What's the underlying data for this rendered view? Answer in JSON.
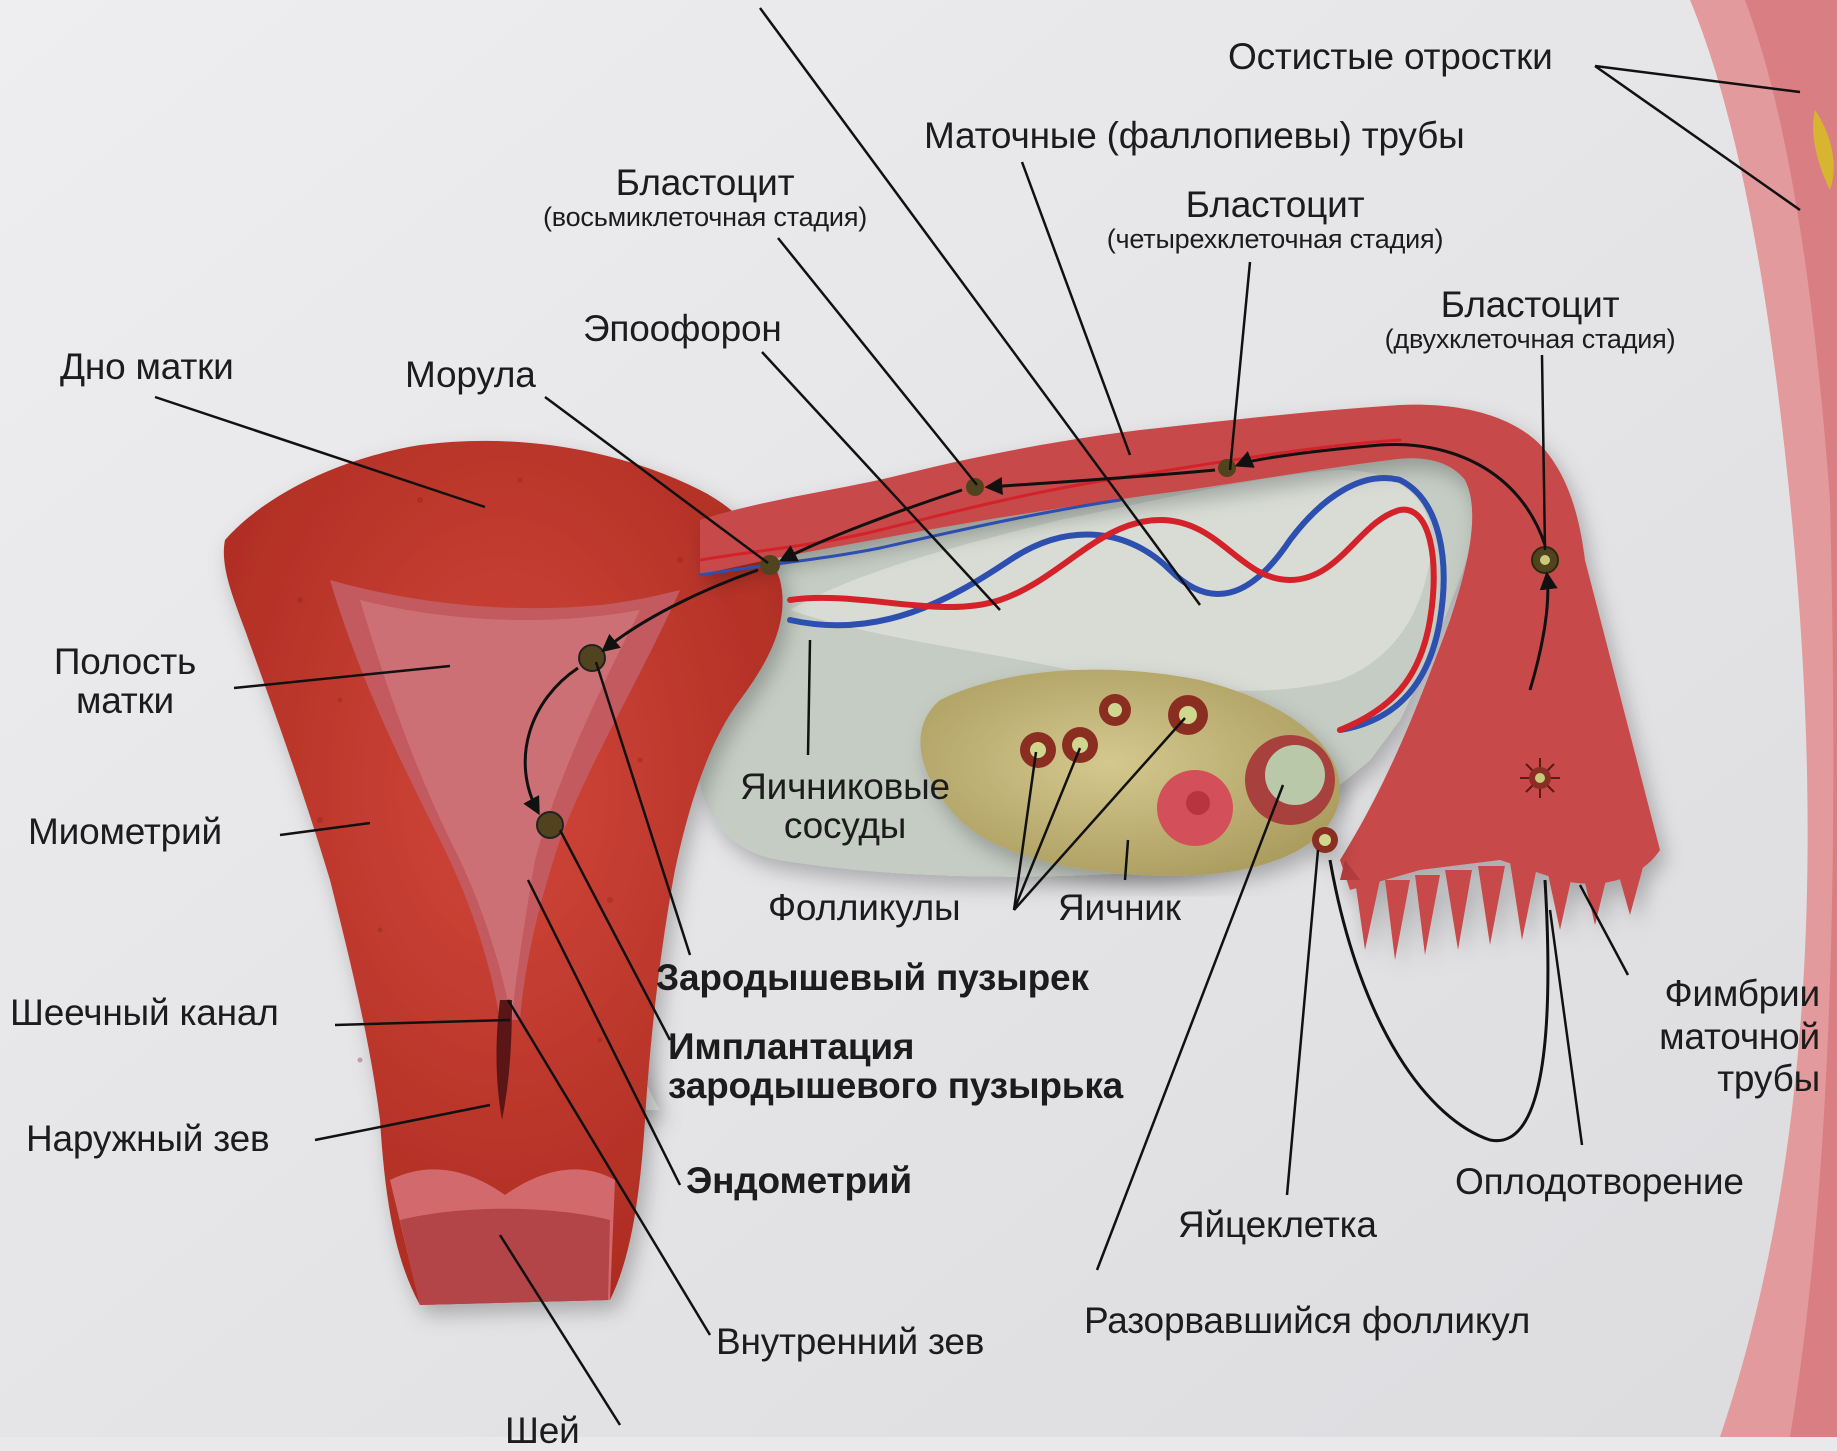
{
  "labels": {
    "spinous_processes": "Остистые отростки",
    "fallopian_tubes": "Маточные (фаллопиевы) трубы",
    "blastocyte_8_title": "Бластоцит",
    "blastocyte_8_stage": "(восьмиклеточная стадия)",
    "blastocyte_4_title": "Бластоцит",
    "blastocyte_4_stage": "(четырехклеточная стадия)",
    "blastocyte_2_title": "Бластоцит",
    "blastocyte_2_stage": "(двухклеточная стадия)",
    "epoophoron": "Эпоофорон",
    "morula": "Морула",
    "fundus": "Дно матки",
    "cavity_line1": "Полость",
    "cavity_line2": "матки",
    "myometrium": "Миометрий",
    "cervical_canal": "Шеечный канал",
    "external_os": "Наружный зев",
    "ovarian_vessels_line1": "Яичниковые",
    "ovarian_vessels_line2": "сосуды",
    "follicles": "Фолликулы",
    "ovary": "Яичник",
    "germinal_vesicle": "Зародышевый пузырек",
    "implantation_line1": "Имплантация",
    "implantation_line2": "зародышевого пузырька",
    "endometrium": "Эндометрий",
    "internal_os": "Внутренний зев",
    "egg_cell": "Яйцеклетка",
    "ruptured_follicle": "Разорвавшийся фолликул",
    "fertilization": "Оплодотворение",
    "fimbriae_line1": "Фимбрии",
    "fimbriae_line2": "маточной",
    "fimbriae_line3": "трубы",
    "cervix_partial": "Шей"
  },
  "colors": {
    "background": "#e9e9eb",
    "muscle": "#c0392b",
    "muscle_dark": "#8e1f1a",
    "cavity": "#c25a5e",
    "ligament": "#c5ccc4",
    "ovary": "#c6b779",
    "artery": "#d4222a",
    "vein": "#2c4fb0",
    "leader": "#111111"
  }
}
